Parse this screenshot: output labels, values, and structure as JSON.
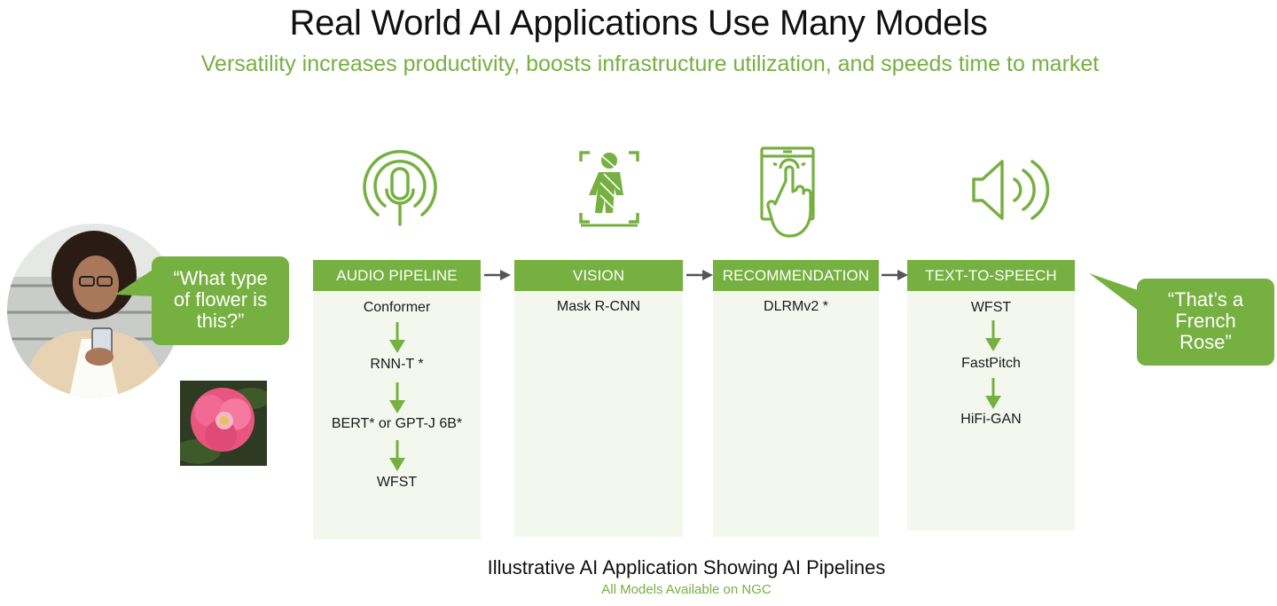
{
  "header": {
    "title": "Real World AI Applications Use Many Models",
    "subtitle": "Versatility increases productivity, boosts infrastructure utilization, and speeds time to market"
  },
  "user_bubble": {
    "line1": "“What type",
    "line2": "of flower is",
    "line3": "this?”"
  },
  "reply_bubble": {
    "line1": "“That’s a",
    "line2": "French",
    "line3": "Rose”"
  },
  "columns": [
    {
      "name": "AUDIO PIPELINE",
      "icon": "microphone-icon",
      "models": [
        "Conformer",
        "RNN-T *",
        "BERT* or GPT-J 6B*",
        "WFST"
      ]
    },
    {
      "name": "VISION",
      "icon": "person-detection-icon",
      "models": [
        "Mask R-CNN"
      ]
    },
    {
      "name": "RECOMMENDATION",
      "icon": "touch-screen-icon",
      "models": [
        "DLRMv2 *"
      ]
    },
    {
      "name": "TEXT-TO-SPEECH",
      "icon": "speaker-icon",
      "models": [
        "WFST",
        "FastPitch",
        "HiFi-GAN"
      ]
    }
  ],
  "footer": {
    "caption": "Illustrative AI Application Showing AI Pipelines",
    "note": "All Models Available on NGC"
  },
  "colors": {
    "accent": "#76b041",
    "column_bg": "#f4f7ee",
    "text": "#111111"
  }
}
